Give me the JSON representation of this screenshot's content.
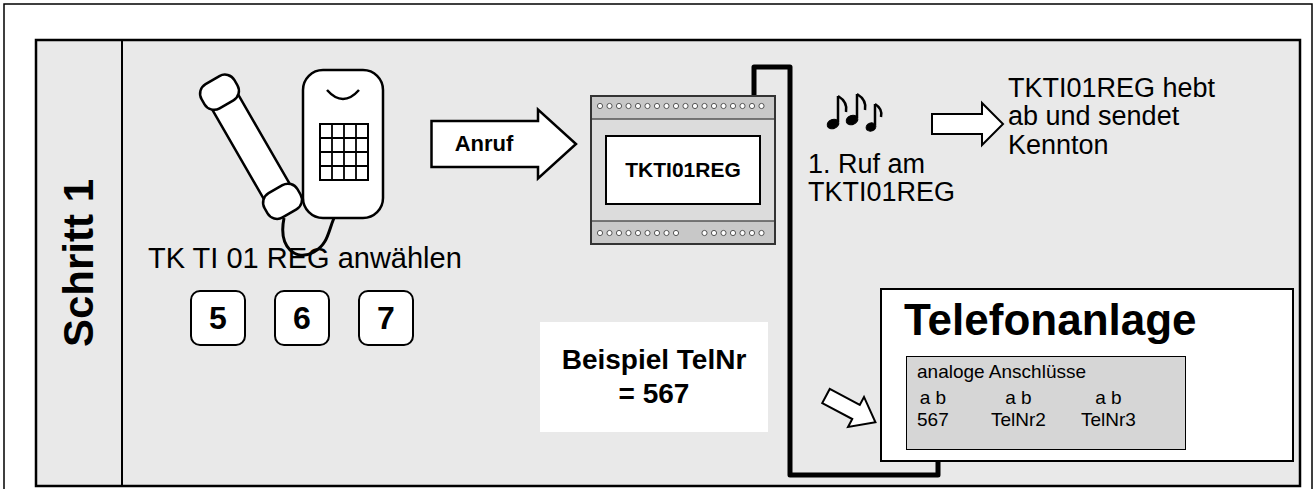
{
  "diagram": {
    "nodes": [
      {
        "text": [
          "Schritt 1"
        ]
      },
      {
        "text": [
          "Anruf"
        ]
      },
      {
        "text": [
          "TKTI01REG"
        ]
      },
      {
        "text": [
          "5"
        ]
      },
      {
        "text": [
          "6"
        ]
      },
      {
        "text": [
          "7"
        ]
      },
      {
        "text": [
          "Beispiel TelNr = 567"
        ]
      },
      {
        "text": [
          "Telefonanlage"
        ]
      },
      {
        "text": [
          "analoge Anschlüsse",
          "a b",
          "a b",
          "a b",
          "567",
          "TelNr2",
          "TelNr3"
        ],
        "in": 7
      }
    ],
    "edges": [
      {
        "from": 2,
        "to": 7,
        "arrow": "none"
      }
    ],
    "labels": [
      "TKTI01REG hebt ab und sendet Kennton",
      "1. Ruf am TKTI01REG",
      "TK TI 01 REG anwählen"
    ]
  }
}
